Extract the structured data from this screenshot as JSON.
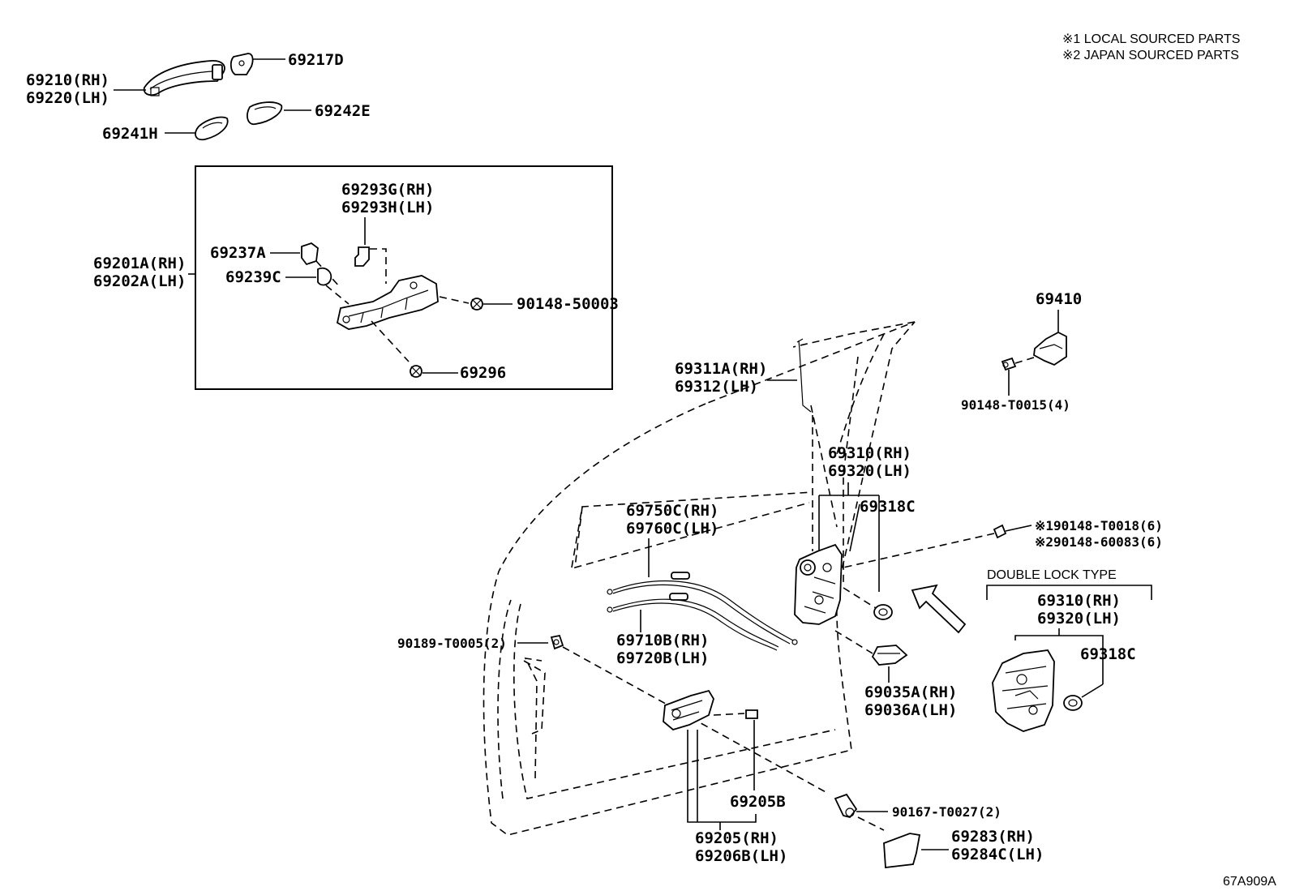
{
  "notes": {
    "local": "※1 LOCAL SOURCED PARTS",
    "japan": "※2 JAPAN SOURCED PARTS"
  },
  "double_lock_type": "DOUBLE LOCK TYPE",
  "diagram_code": "67A909A",
  "labels": {
    "p69210": "69210(RH)",
    "p69220": "69220(LH)",
    "p69217D": "69217D",
    "p69242E": "69242E",
    "p69241H": "69241H",
    "p69293G": "69293G(RH)",
    "p69293H": "69293H(LH)",
    "p69237A": "69237A",
    "p69201A": "69201A(RH)",
    "p69202A": "69202A(LH)",
    "p69239C": "69239C",
    "p90148_50003": "90148-50003",
    "p69296": "69296",
    "p69410": "69410",
    "p90148_T0015": "90148-T0015(4)",
    "p69311A": "69311A(RH)",
    "p69312": "69312(LH)",
    "p69310": "69310(RH)",
    "p69320": "69320(LH)",
    "p69318C": "69318C",
    "p90148_T0018": "※190148-T0018(6)",
    "p90148_60083": "※290148-60083(6)",
    "p69750C": "69750C(RH)",
    "p69760C": "69760C(LH)",
    "p69710B": "69710B(RH)",
    "p69720B": "69720B(LH)",
    "p90189_T0005": "90189-T0005(2)",
    "p69035A": "69035A(RH)",
    "p69036A": "69036A(LH)",
    "p69310_dl": "69310(RH)",
    "p69320_dl": "69320(LH)",
    "p69318C_dl": "69318C",
    "p69205B": "69205B",
    "p90167_T0027": "90167-T0027(2)",
    "p69205": "69205(RH)",
    "p69206B": "69206B(LH)",
    "p69283": "69283(RH)",
    "p69284C": "69284C(LH)"
  }
}
